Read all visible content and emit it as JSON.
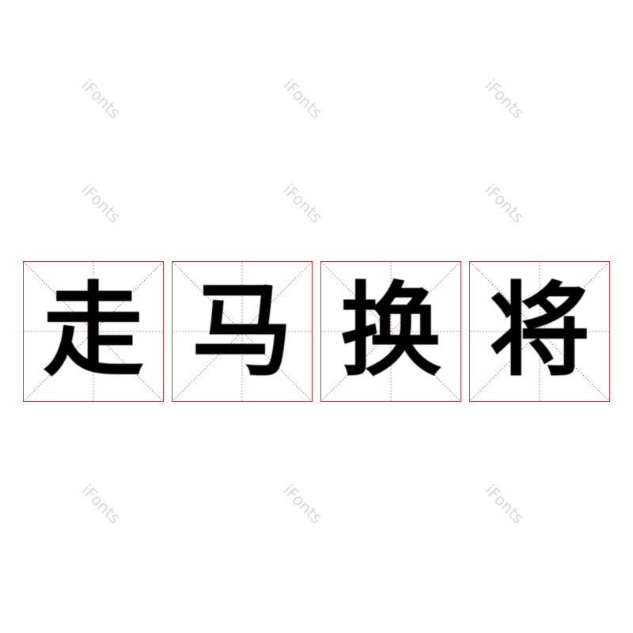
{
  "characters": [
    "走",
    "马",
    "换",
    "将"
  ],
  "watermark": "iFonts",
  "colors": {
    "grid": "#d9363e",
    "text": "#000000",
    "watermark": "#d8d8d8"
  }
}
